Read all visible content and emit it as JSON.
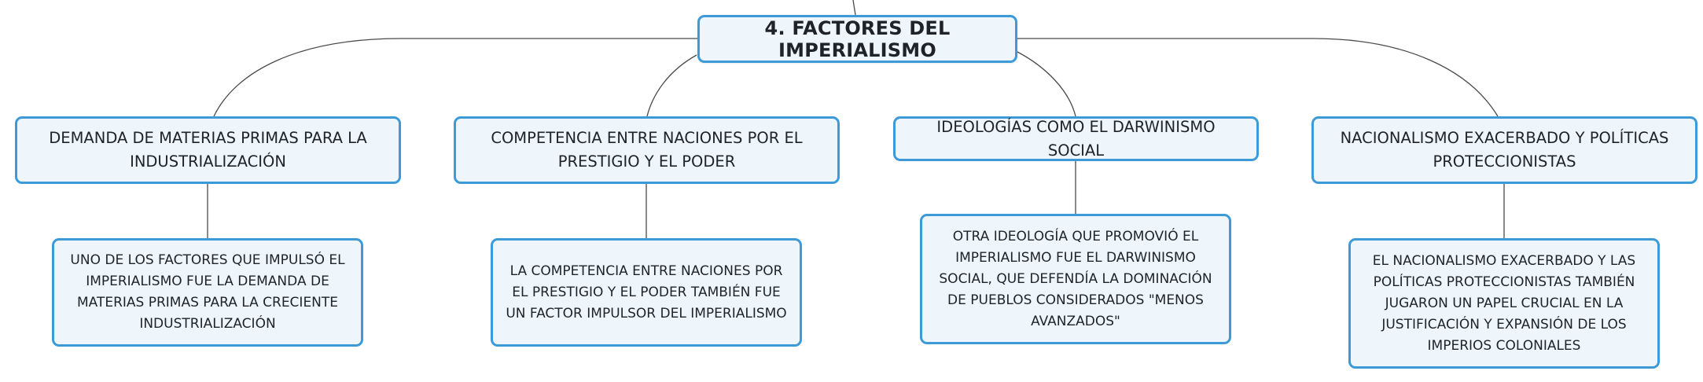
{
  "diagram": {
    "root": {
      "title": "4. FACTORES DEL IMPERIALISMO"
    },
    "branches": [
      {
        "label": "DEMANDA DE MATERIAS PRIMAS PARA LA INDUSTRIALIZACIÓN",
        "detail": "UNO DE LOS FACTORES QUE IMPULSÓ EL IMPERIALISMO FUE LA DEMANDA DE MATERIAS PRIMAS PARA LA CRECIENTE INDUSTRIALIZACIÓN"
      },
      {
        "label": "COMPETENCIA ENTRE NACIONES POR EL PRESTIGIO Y EL PODER",
        "detail": "LA COMPETENCIA ENTRE NACIONES POR EL PRESTIGIO Y EL PODER TAMBIÉN FUE UN FACTOR IMPULSOR DEL IMPERIALISMO"
      },
      {
        "label": "IDEOLOGÍAS COMO EL DARWINISMO SOCIAL",
        "detail": "OTRA IDEOLOGÍA QUE PROMOVIÓ EL IMPERIALISMO FUE EL DARWINISMO SOCIAL, QUE DEFENDÍA LA DOMINACIÓN DE PUEBLOS CONSIDERADOS \"MENOS AVANZADOS\""
      },
      {
        "label": "NACIONALISMO EXACERBADO Y POLÍTICAS PROTECCIONISTAS",
        "detail": "EL NACIONALISMO EXACERBADO Y LAS POLÍTICAS PROTECCIONISTAS TAMBIÉN JUGARON UN PAPEL CRUCIAL EN LA JUSTIFICACIÓN Y EXPANSIÓN DE LOS IMPERIOS COLONIALES"
      }
    ]
  },
  "colors": {
    "node_border": "#3d9ad9",
    "node_fill": "#eef6fc",
    "connector": "#4a4a4a",
    "text": "#1f2328"
  }
}
